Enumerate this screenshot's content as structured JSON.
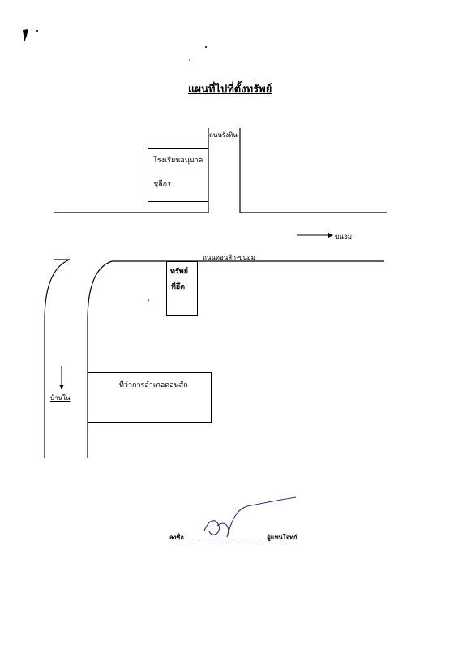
{
  "title": "แผนที่ไปที่ตั้งทรัพย์",
  "labels": {
    "road_rang_hin": "ถนนรังหิน",
    "kindergarten_line1": "โรงเรียนอนุบาล",
    "kindergarten_line2": "ชุลีกร",
    "to_khon_tham": "ขนอม",
    "road_don_sak_khanom": "ถนนดอนสัก-ขนอม",
    "property_line1": "ทรัพย์",
    "property_line2": "ที่ยึด",
    "district_office": "ที่ว่าการอำเภอดอนสัก",
    "ban_nai": "บ้านใน"
  },
  "signature": {
    "sign_label": "ลงชื่อ",
    "dots": "...........................................",
    "role": "ผู้แทนโจทก์"
  },
  "colors": {
    "ink": "#000000",
    "signature_ink": "#2a2a9a"
  }
}
